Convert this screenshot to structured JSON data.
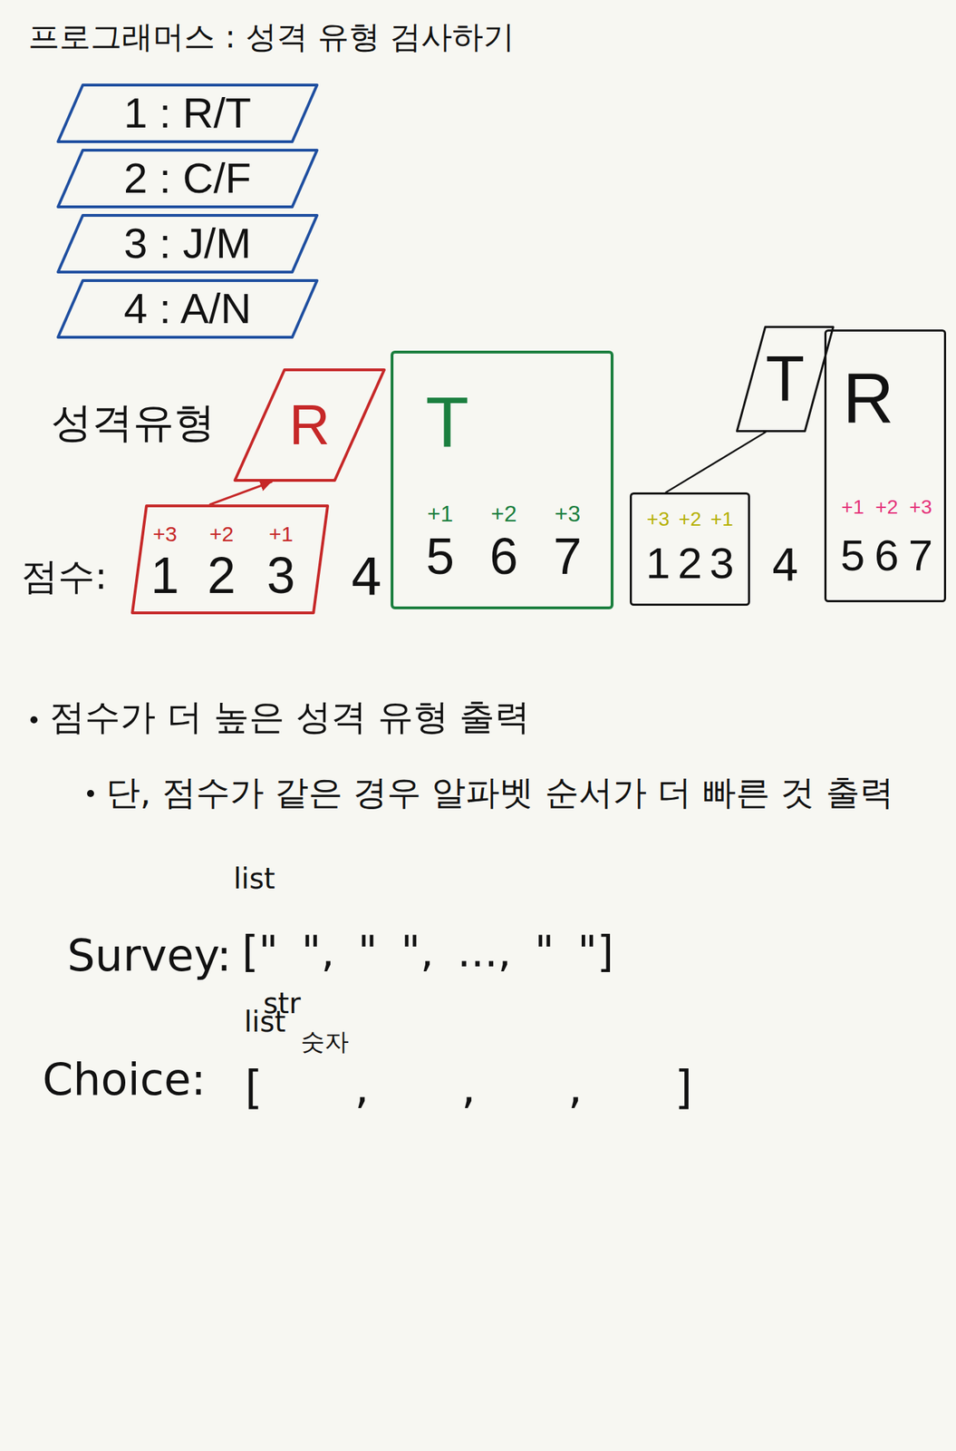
{
  "diagram": {
    "title": "프로그래머스 : 성격 유형 검사하기",
    "nodes": [
      {
        "text": [
          "1 : R/T"
        ]
      },
      {
        "text": [
          "2 : C/F"
        ]
      },
      {
        "text": [
          "3 : J/M"
        ]
      },
      {
        "text": [
          "4 : A/N"
        ]
      },
      {
        "text": [
          "R"
        ]
      },
      {
        "text": [
          "+3",
          "+2",
          "+1",
          "1",
          "2",
          "3"
        ]
      },
      {
        "text": [
          "T",
          "+1",
          "+2",
          "+3",
          "5",
          "6",
          "7"
        ]
      },
      {
        "text": [
          "T"
        ]
      },
      {
        "text": [
          "+3",
          "+2",
          "+1",
          "1",
          "2",
          "3"
        ]
      },
      {
        "text": [
          "R",
          "+1",
          "+2",
          "+3",
          "5",
          "6",
          "7"
        ]
      }
    ],
    "edges": [
      {
        "from": 5,
        "to": 4,
        "arrow": "to"
      },
      {
        "from": 8,
        "to": 7,
        "arrow": "none"
      }
    ],
    "labels": [
      "성격유형",
      "점수:",
      "4",
      "4",
      "점수가 더 높은 성격 유형 출력",
      "단, 점수가 같은 경우 알파벳 순서가 더 빠른 것 출력",
      "Survey:",
      "list",
      "str",
      "[\" \", \" \", ..., \" \"]",
      "Choice:",
      "list",
      "숫자",
      "[ , , , ]"
    ]
  }
}
